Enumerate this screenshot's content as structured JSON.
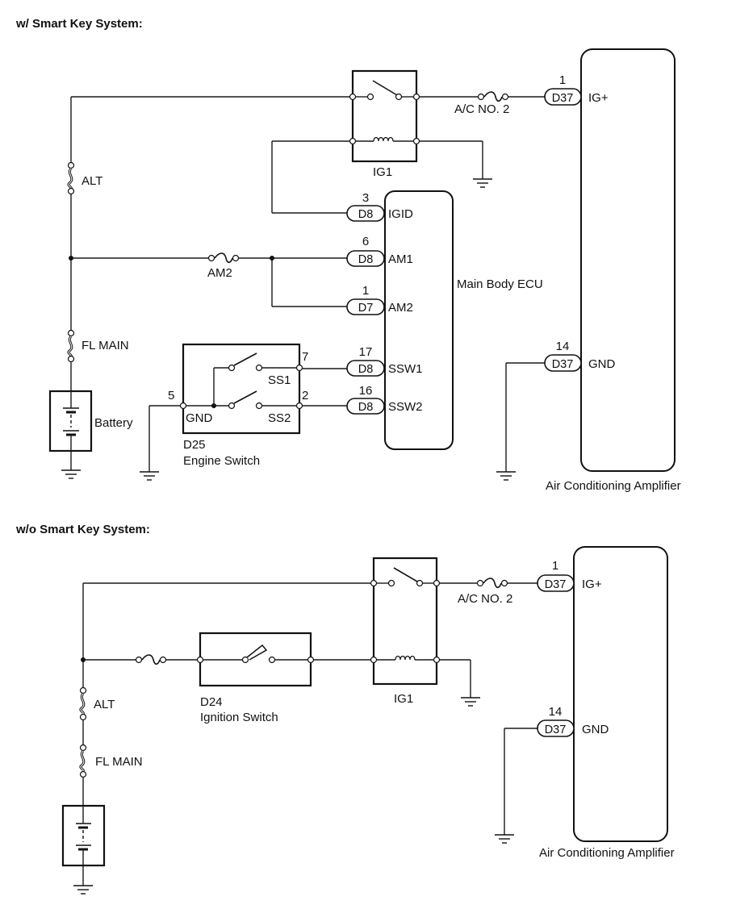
{
  "sections": [
    {
      "header": "w/ Smart Key System:",
      "components": {
        "relay": "IG1",
        "fuse_acc": "A/C NO. 2",
        "fuse_alt": "ALT",
        "fuse_am2": "AM2",
        "fuse_flmain": "FL MAIN",
        "battery": "Battery",
        "ecu": "Main Body ECU",
        "amplifier": "Air Conditioning Amplifier",
        "engine_switch_code": "D25",
        "engine_switch_name": "Engine Switch"
      },
      "engine_switch_pins": {
        "ss1": "SS1",
        "ss2": "SS2",
        "gnd": "GND",
        "pin_ss1": "7",
        "pin_ss2": "2",
        "pin_gnd": "5"
      },
      "ecu_pins": [
        {
          "pin": "3",
          "connector": "D8",
          "name": "IGID"
        },
        {
          "pin": "6",
          "connector": "D8",
          "name": "AM1"
        },
        {
          "pin": "1",
          "connector": "D7",
          "name": "AM2"
        },
        {
          "pin": "17",
          "connector": "D8",
          "name": "SSW1"
        },
        {
          "pin": "16",
          "connector": "D8",
          "name": "SSW2"
        }
      ],
      "amp_pins": [
        {
          "pin": "1",
          "connector": "D37",
          "name": "IG+"
        },
        {
          "pin": "14",
          "connector": "D37",
          "name": "GND"
        }
      ]
    },
    {
      "header": "w/o Smart Key System:",
      "components": {
        "relay": "IG1",
        "fuse_acc": "A/C NO. 2",
        "fuse_alt": "ALT",
        "fuse_flmain": "FL MAIN",
        "amplifier": "Air Conditioning Amplifier",
        "ignition_switch_code": "D24",
        "ignition_switch_name": "Ignition Switch"
      },
      "amp_pins": [
        {
          "pin": "1",
          "connector": "D37",
          "name": "IG+"
        },
        {
          "pin": "14",
          "connector": "D37",
          "name": "GND"
        }
      ]
    }
  ]
}
